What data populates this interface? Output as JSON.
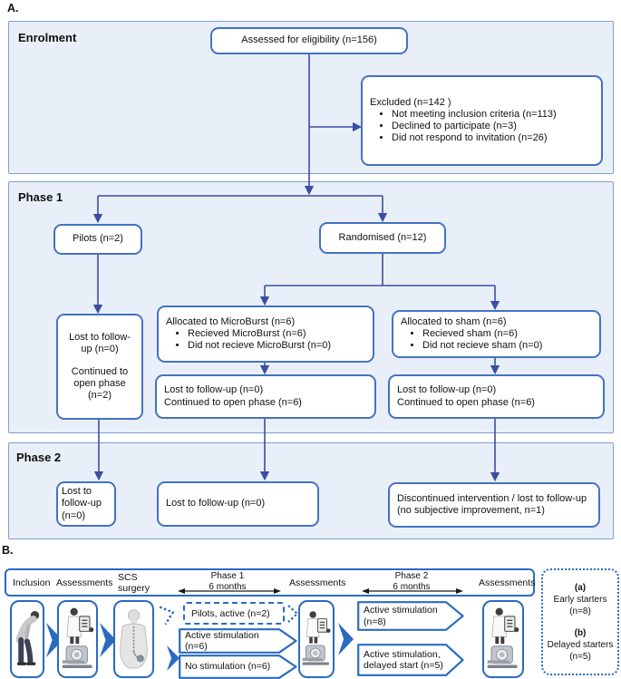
{
  "labels": {
    "panel_a": "A.",
    "panel_b": "B."
  },
  "colors": {
    "panel_bg": "#e9eff9",
    "panel_border": "#7f9fd0",
    "box_border": "#4472c4",
    "arrow": "#3b4ea0",
    "b_accent": "#2a6bbf"
  },
  "flow": {
    "enrolment": {
      "title": "Enrolment",
      "eligibility": "Assessed for eligibility (n=156)",
      "excluded": {
        "title": "Excluded (n=142 )",
        "items": [
          "Not meeting inclusion criteria (n=113)",
          "Declined to participate (n=3)",
          "Did not respond to invitation (n=26)"
        ]
      }
    },
    "phase1": {
      "title": "Phase 1",
      "pilots": "Pilots (n=2)",
      "randomised": "Randomised (n=12)",
      "alloc_microburst": {
        "title": "Allocated to MicroBurst (n=6)",
        "items": [
          "Recieved MicroBurst (n=6)",
          "Did not recieve MicroBurst (n=0)"
        ]
      },
      "alloc_sham": {
        "title": "Allocated to sham (n=6)",
        "items": [
          "Recieved sham (n=6)",
          "Did not recieve sham (n=0)"
        ]
      },
      "pilots_outcome": {
        "line1": "Lost to follow-up (n=0)",
        "line2": "Continued to open phase (n=2)"
      },
      "microburst_outcome": {
        "line1": "Lost to follow-up (n=0)",
        "line2": "Continued to open phase (n=6)"
      },
      "sham_outcome": {
        "line1": "Lost to follow-up (n=0)",
        "line2": "Continued to open phase (n=6)"
      }
    },
    "phase2": {
      "title": "Phase 2",
      "pilots_box": "Lost to follow-up (n=0)",
      "microburst_box": "Lost to follow-up (n=0)",
      "sham_box": {
        "line1": "Discontinued intervention / lost to follow-up",
        "line2": "(no subjective improvement, n=1)"
      }
    }
  },
  "timeline": {
    "stages": {
      "inclusion": "Inclusion",
      "assessments1": "Assessments",
      "scs1": "SCS",
      "scs2": "surgery",
      "phase1a": "Phase 1",
      "phase1b": "6 months",
      "assessments2": "Assessments",
      "phase2a": "Phase 2",
      "phase2b": "6 months",
      "assessments3": "Assessments"
    },
    "arms": {
      "pilots": "Pilots, active (n=2)",
      "active6": "Active stimulation (n=6)",
      "none6": "No stimulation (n=6)",
      "active8": "Active stimulation (n=8)",
      "delayed5": "Active stimulation, delayed start (n=5)"
    },
    "legend": {
      "a_tag": "(a)",
      "a_name": "Early starters",
      "a_n": "(n=8)",
      "b_tag": "(b)",
      "b_name": "Delayed starters",
      "b_n": "(n=5)"
    },
    "icons": [
      "stooped-patient-icon",
      "clinician-clipboard-icon",
      "ct-scanner-icon",
      "patient-back-scs-icon",
      "chevron-right-icon",
      "dashed-chevron-right-icon"
    ]
  }
}
